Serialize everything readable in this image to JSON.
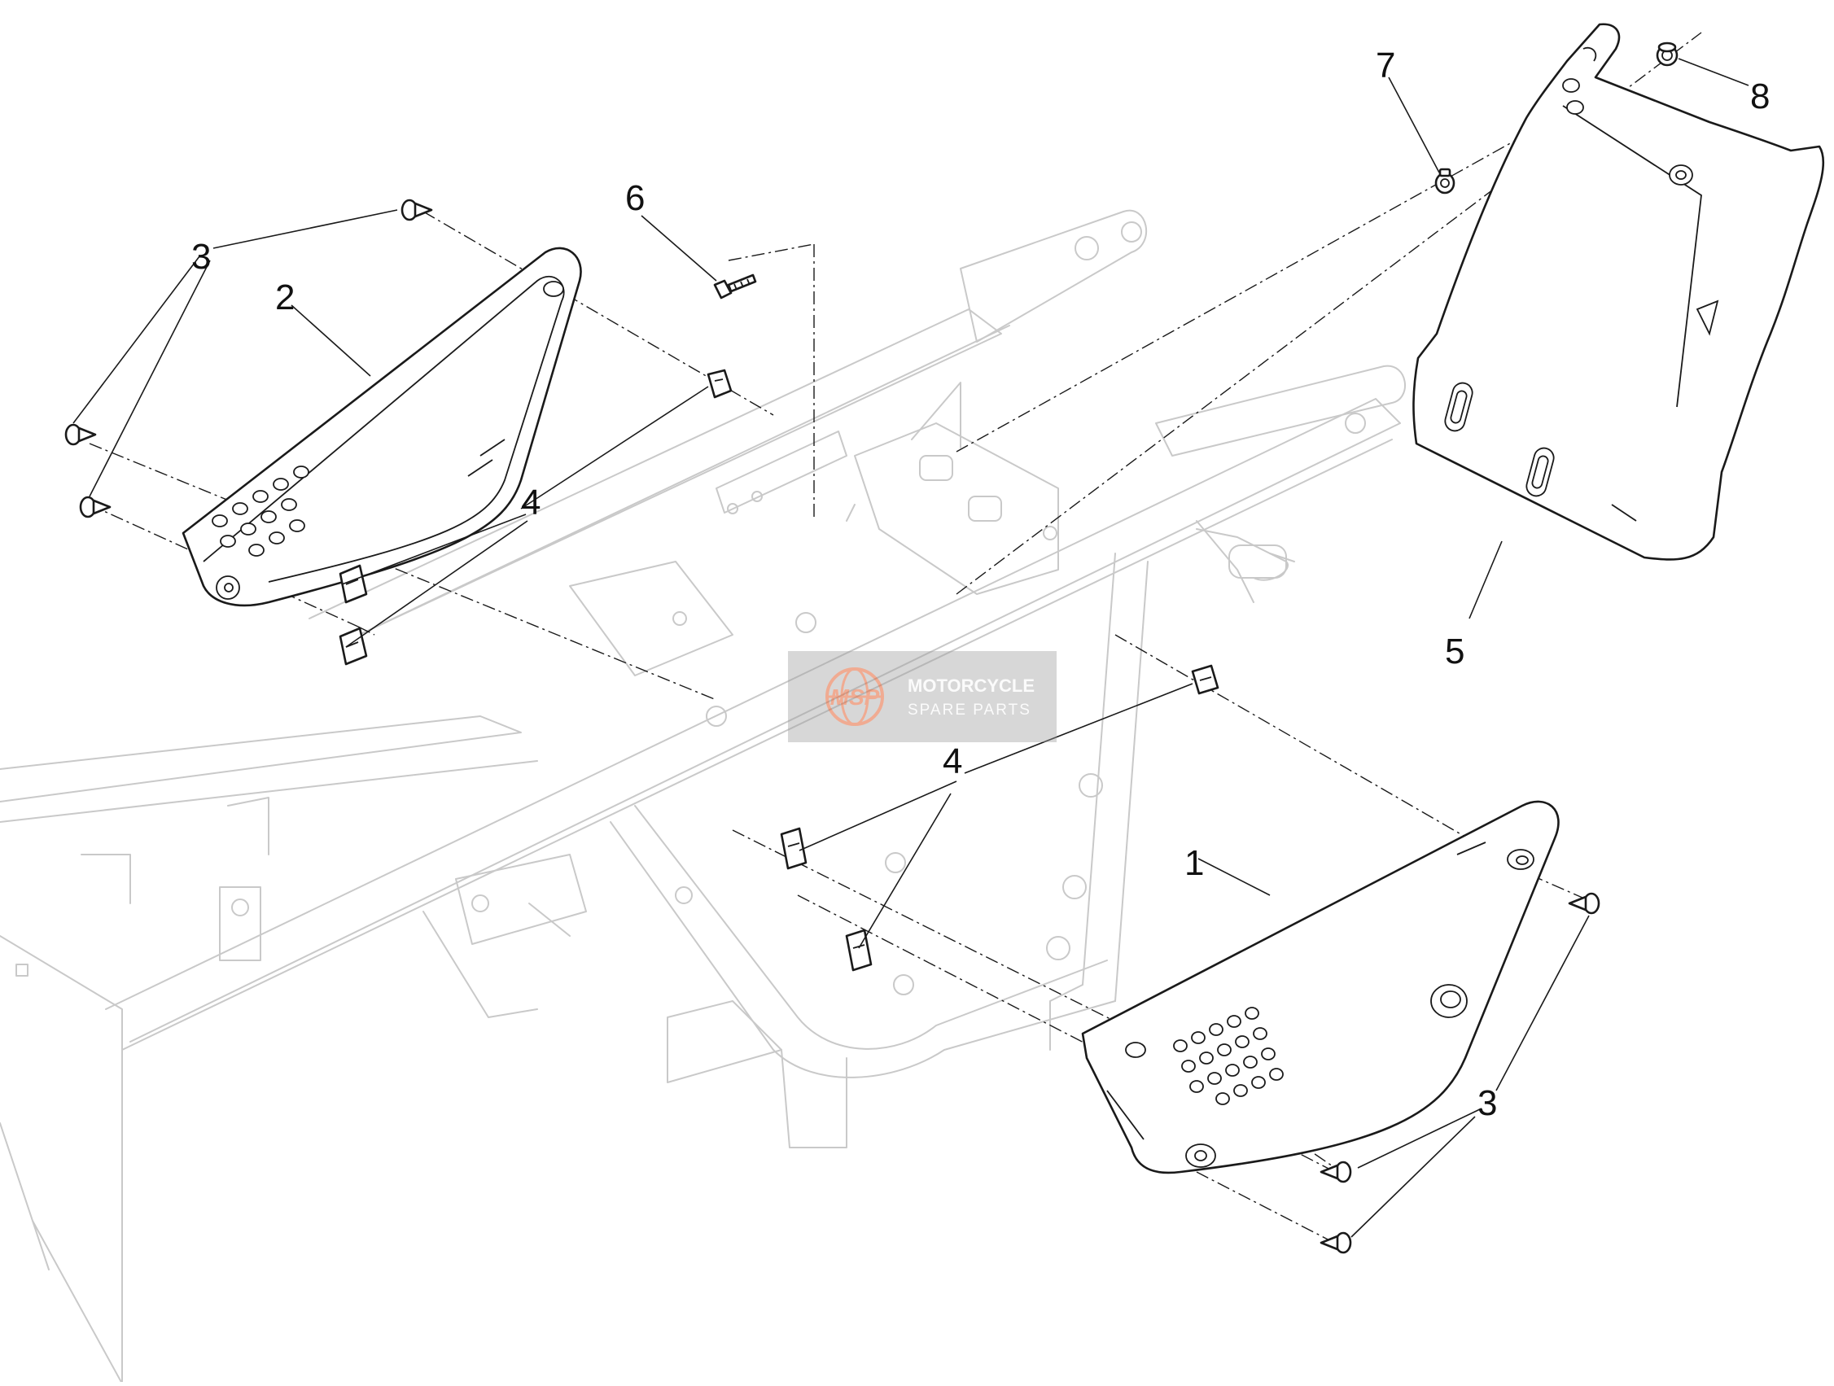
{
  "diagram": {
    "callouts": [
      "1",
      "2",
      "3",
      "3",
      "4",
      "4",
      "5",
      "6",
      "7",
      "8"
    ]
  },
  "watermark": {
    "logo_text": "MSP",
    "line1": "MOTORCYCLE",
    "line2": "SPARE PARTS",
    "color": "#e4683a"
  },
  "colors": {
    "part_stroke": "#1a1a1a",
    "frame_stroke": "#c9c9c9"
  }
}
